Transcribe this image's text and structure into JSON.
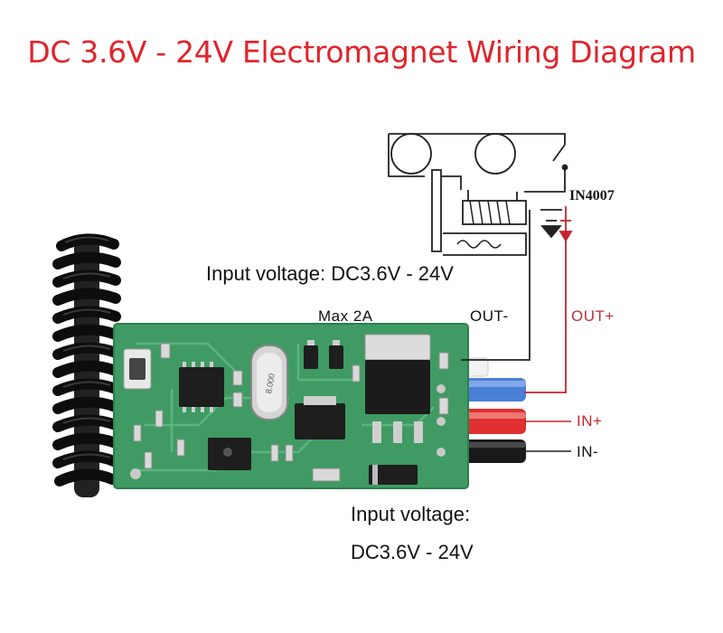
{
  "title": "DC 3.6V - 24V Electromagnet Wiring Diagram",
  "labels": {
    "input_voltage_top": "Input voltage: DC3.6V - 24V",
    "max_current": "Max 2A",
    "out_minus": "OUT-",
    "out_plus": "OUT+",
    "in_plus": "IN+",
    "in_minus": "IN-",
    "diode": "IN4007",
    "input_voltage_bottom_1": "Input voltage:",
    "input_voltage_bottom_2": "DC3.6V - 24V",
    "crystal_marking": "8.000"
  },
  "colors": {
    "title": "#e0242b",
    "pcb": "#3f9a63",
    "wire_blue": "#4a7fd6",
    "wire_red": "#e0302f",
    "wire_black": "#1a1a1a",
    "out_plus_wire": "#c0262e"
  }
}
